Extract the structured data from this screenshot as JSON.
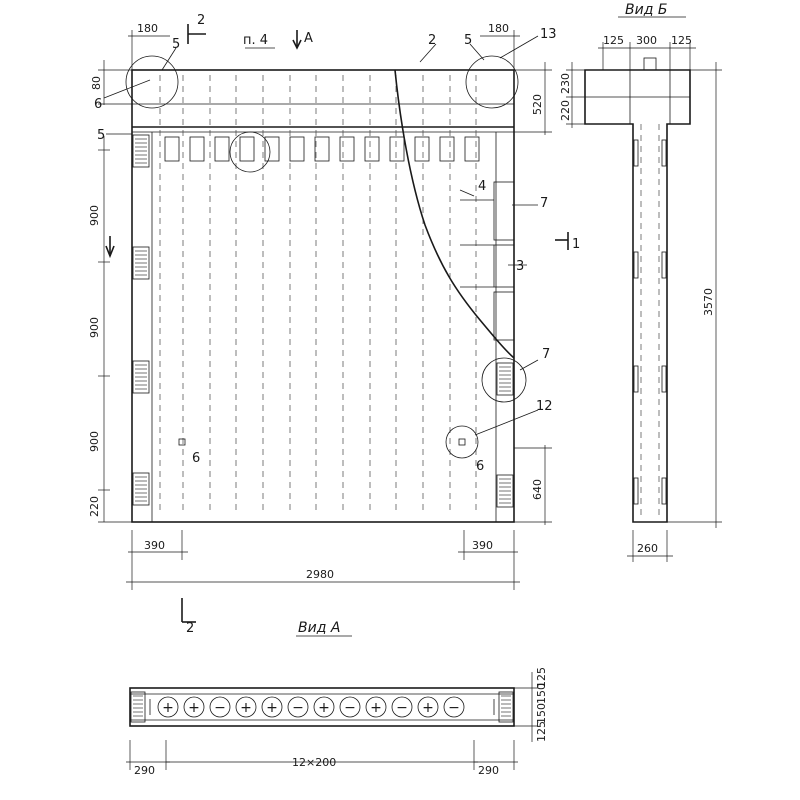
{
  "views": {
    "main": {
      "section_mark_2": "2",
      "label_pp4": "п. 4",
      "label_A": "А"
    },
    "side": {
      "title": "Вид Б"
    },
    "bottom": {
      "title": "Вид А"
    }
  },
  "callouts": {
    "c5_top_left": "5",
    "c2_top": "2",
    "c5_top_right": "5",
    "c13": "13",
    "c6_left": "6",
    "c5_left": "5",
    "c4": "4",
    "c7_upper": "7",
    "c3": "3",
    "c1_section": "1",
    "c7_lower": "7",
    "c12": "12",
    "c6_inner_left": "6",
    "c6_inner_right": "6",
    "c2_bottom": "2"
  },
  "dimensions": {
    "top_left_180": "180",
    "top_right_180": "180",
    "left_80": "80",
    "right_520": "520",
    "left_900_a": "900",
    "left_900_b": "900",
    "left_900_c": "900",
    "left_220": "220",
    "right_640": "640",
    "bottom_left_390": "390",
    "bottom_right_390": "390",
    "overall_2980": "2980",
    "side_125_left": "125",
    "side_300": "300",
    "side_125_right": "125",
    "side_230": "230",
    "side_220": "220",
    "side_3570": "3570",
    "side_260": "260",
    "va_290_left": "290",
    "va_12x200": "12×200",
    "va_290_right": "290",
    "va_125_top": "125",
    "va_150_a": "150",
    "va_150_b": "150",
    "va_125_bottom": "125"
  },
  "holes": [
    "+",
    "+",
    "−",
    "+",
    "+",
    "−",
    "+",
    "−",
    "+",
    "−",
    "+",
    "−"
  ]
}
